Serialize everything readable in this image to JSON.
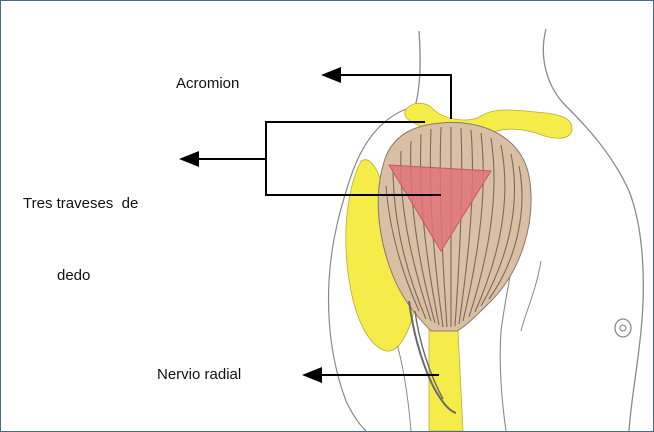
{
  "labels": {
    "acromion": "Acromion",
    "tres_line1": "Tres traveses  de",
    "tres_line2": "dedo",
    "nervio": "Nervio radial"
  },
  "colors": {
    "frame_border": "#4b6a8f",
    "yellow": "#f5ec4a",
    "red_triangle": "#e0737a",
    "muscle_fill": "#d9bfa4",
    "muscle_stripe": "#7a6a5c",
    "outline": "#8a8a8a",
    "arrow": "#000000"
  }
}
